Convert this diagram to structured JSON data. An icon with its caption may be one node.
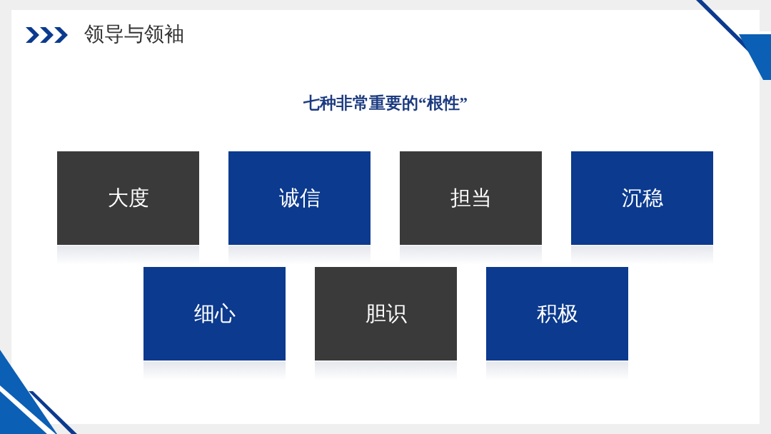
{
  "diagram": {
    "title": "领导与领袖",
    "nodes": [
      {
        "text": [
          "大度"
        ]
      },
      {
        "text": [
          "诚信"
        ]
      },
      {
        "text": [
          "担当"
        ]
      },
      {
        "text": [
          "沉稳"
        ]
      },
      {
        "text": [
          "细心"
        ]
      },
      {
        "text": [
          "胆识"
        ]
      },
      {
        "text": [
          "积极"
        ]
      }
    ],
    "labels": [
      "七种非常重要的“根性”"
    ]
  }
}
